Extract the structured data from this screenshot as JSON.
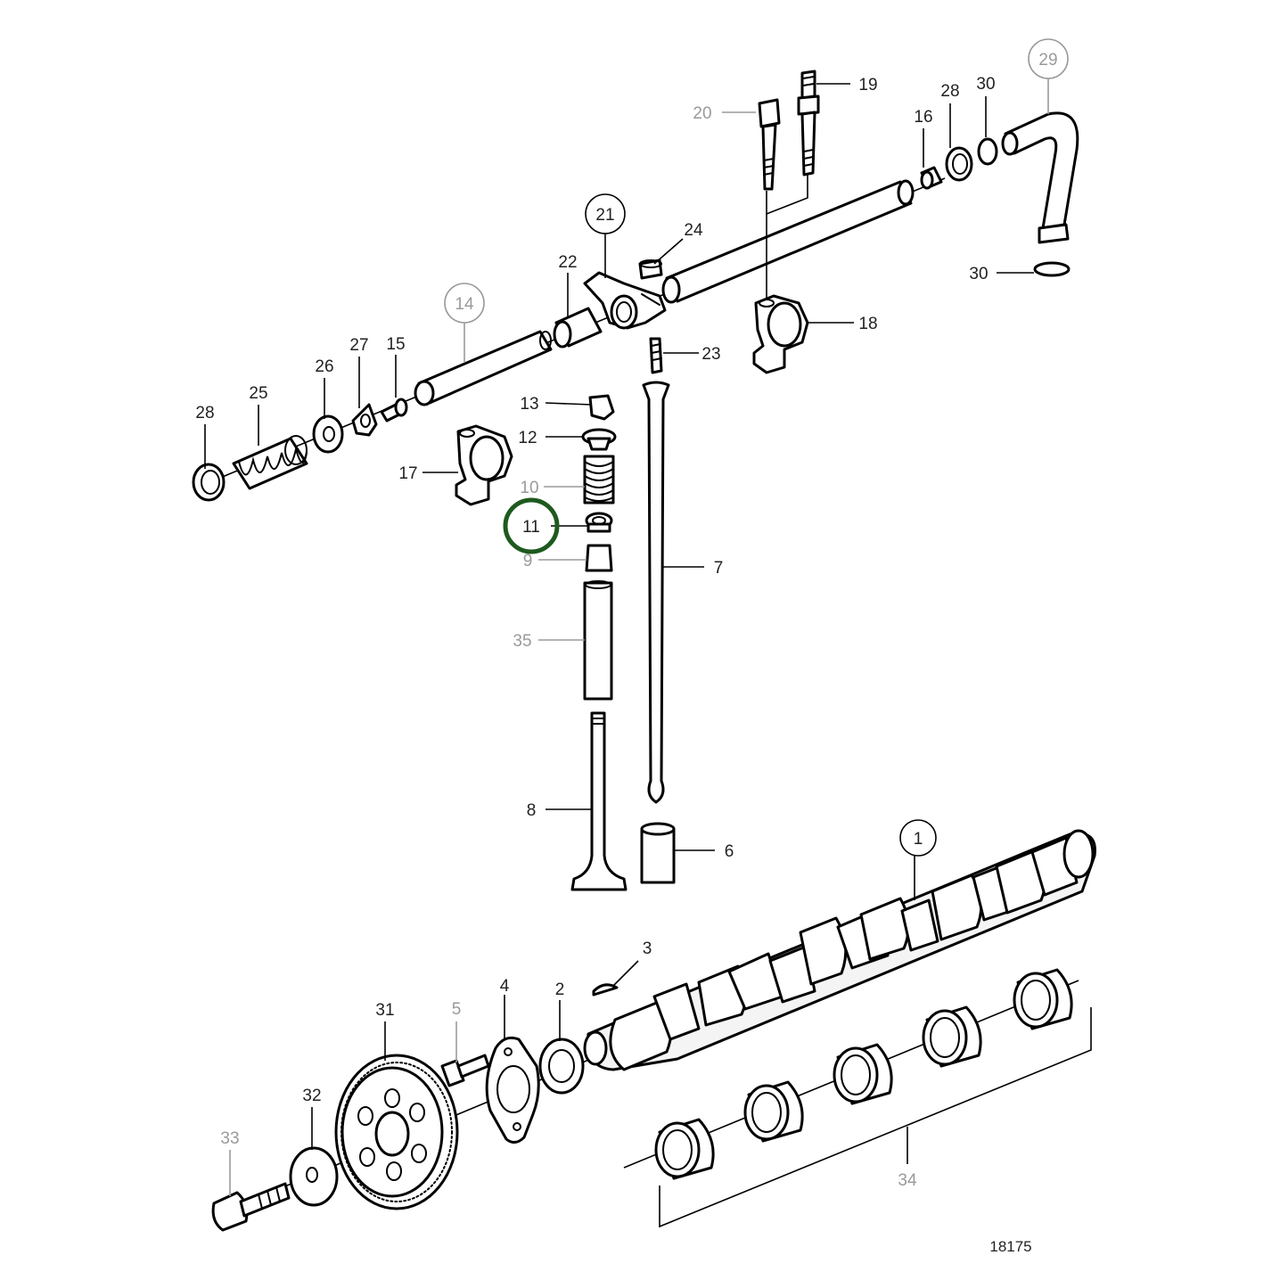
{
  "diagram": {
    "reference_number": "18175",
    "highlight_color": "#1e5a1e",
    "dim_label_color": "#9a9a9a",
    "callouts": [
      {
        "id": "c1",
        "text": "1",
        "style": "circled"
      },
      {
        "id": "c2",
        "text": "2",
        "style": "plain"
      },
      {
        "id": "c3",
        "text": "3",
        "style": "plain"
      },
      {
        "id": "c4",
        "text": "4",
        "style": "plain"
      },
      {
        "id": "c5",
        "text": "5",
        "style": "dim"
      },
      {
        "id": "c6",
        "text": "6",
        "style": "plain"
      },
      {
        "id": "c7",
        "text": "7",
        "style": "plain"
      },
      {
        "id": "c8",
        "text": "8",
        "style": "plain"
      },
      {
        "id": "c9",
        "text": "9",
        "style": "dim"
      },
      {
        "id": "c10",
        "text": "10",
        "style": "dim"
      },
      {
        "id": "c11",
        "text": "11",
        "style": "highlighted"
      },
      {
        "id": "c12",
        "text": "12",
        "style": "plain"
      },
      {
        "id": "c13",
        "text": "13",
        "style": "plain"
      },
      {
        "id": "c14",
        "text": "14",
        "style": "circled-dim"
      },
      {
        "id": "c15",
        "text": "15",
        "style": "plain"
      },
      {
        "id": "c16",
        "text": "16",
        "style": "plain"
      },
      {
        "id": "c17",
        "text": "17",
        "style": "plain"
      },
      {
        "id": "c18",
        "text": "18",
        "style": "plain"
      },
      {
        "id": "c19",
        "text": "19",
        "style": "plain"
      },
      {
        "id": "c20",
        "text": "20",
        "style": "dim"
      },
      {
        "id": "c21",
        "text": "21",
        "style": "circled"
      },
      {
        "id": "c22",
        "text": "22",
        "style": "plain"
      },
      {
        "id": "c23",
        "text": "23",
        "style": "plain"
      },
      {
        "id": "c24",
        "text": "24",
        "style": "plain"
      },
      {
        "id": "c25",
        "text": "25",
        "style": "plain"
      },
      {
        "id": "c26",
        "text": "26",
        "style": "plain"
      },
      {
        "id": "c27",
        "text": "27",
        "style": "plain"
      },
      {
        "id": "c28a",
        "text": "28",
        "style": "plain"
      },
      {
        "id": "c28b",
        "text": "28",
        "style": "plain"
      },
      {
        "id": "c29",
        "text": "29",
        "style": "circled-dim"
      },
      {
        "id": "c30a",
        "text": "30",
        "style": "plain"
      },
      {
        "id": "c30b",
        "text": "30",
        "style": "plain"
      },
      {
        "id": "c31",
        "text": "31",
        "style": "plain"
      },
      {
        "id": "c32",
        "text": "32",
        "style": "plain"
      },
      {
        "id": "c33",
        "text": "33",
        "style": "dim"
      },
      {
        "id": "c34",
        "text": "34",
        "style": "dim"
      },
      {
        "id": "c35",
        "text": "35",
        "style": "dim"
      }
    ]
  }
}
